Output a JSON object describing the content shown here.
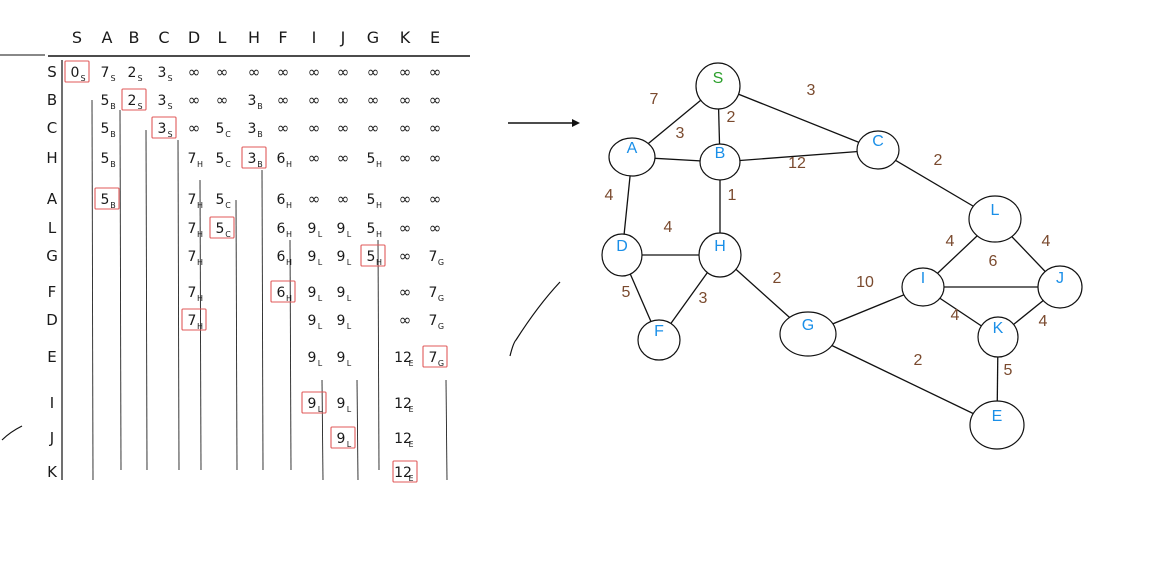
{
  "table": {
    "columns": [
      "S",
      "A",
      "B",
      "C",
      "D",
      "L",
      "H",
      "F",
      "I",
      "J",
      "G",
      "K",
      "E"
    ],
    "rows": [
      {
        "label": "S",
        "cells": [
          "0S",
          "7S",
          "2S",
          "3S",
          "∞",
          "∞",
          "∞",
          "∞",
          "∞",
          "∞",
          "∞",
          "∞",
          "∞"
        ],
        "boxed": 0
      },
      {
        "label": "B",
        "cells": [
          "",
          "5B",
          "2S",
          "3S",
          "∞",
          "∞",
          "3B",
          "∞",
          "∞",
          "∞",
          "∞",
          "∞",
          "∞"
        ],
        "boxed": 2
      },
      {
        "label": "C",
        "cells": [
          "",
          "5B",
          "",
          "3S",
          "∞",
          "5C",
          "3B",
          "∞",
          "∞",
          "∞",
          "∞",
          "∞",
          "∞"
        ],
        "boxed": 3
      },
      {
        "label": "H",
        "cells": [
          "",
          "5B",
          "",
          "",
          "7H",
          "5C",
          "3B",
          "6H",
          "∞",
          "∞",
          "5H",
          "∞",
          "∞"
        ],
        "boxed": 6
      },
      {
        "label": "A",
        "cells": [
          "",
          "5B",
          "",
          "",
          "7H",
          "5C",
          "",
          "6H",
          "∞",
          "∞",
          "5H",
          "∞",
          "∞"
        ],
        "boxed": 1
      },
      {
        "label": "L",
        "cells": [
          "",
          "",
          "",
          "",
          "7H",
          "5C",
          "",
          "6H",
          "9L",
          "9L",
          "5H",
          "∞",
          "∞"
        ],
        "boxed": 5
      },
      {
        "label": "G",
        "cells": [
          "",
          "",
          "",
          "",
          "7H",
          "",
          "",
          "6H",
          "9L",
          "9L",
          "5H",
          "∞",
          "7G"
        ],
        "boxed": 10
      },
      {
        "label": "F",
        "cells": [
          "",
          "",
          "",
          "",
          "7H",
          "",
          "",
          "6H",
          "9L",
          "9L",
          "",
          "∞",
          "7G"
        ],
        "boxed": 7
      },
      {
        "label": "D",
        "cells": [
          "",
          "",
          "",
          "",
          "7H",
          "",
          "",
          "",
          "9L",
          "9L",
          "",
          "∞",
          "7G"
        ],
        "boxed": 4
      },
      {
        "label": "E",
        "cells": [
          "",
          "",
          "",
          "",
          "",
          "",
          "",
          "",
          "9L",
          "9L",
          "",
          "12E",
          "7G"
        ],
        "boxed": 12
      },
      {
        "label": "I",
        "cells": [
          "",
          "",
          "",
          "",
          "",
          "",
          "",
          "",
          "9L",
          "9L",
          "",
          "12E",
          ""
        ],
        "boxed": 8
      },
      {
        "label": "J",
        "cells": [
          "",
          "",
          "",
          "",
          "",
          "",
          "",
          "",
          "",
          "9L",
          "",
          "12E",
          ""
        ],
        "boxed": 9
      },
      {
        "label": "K",
        "cells": [
          "",
          "",
          "",
          "",
          "",
          "",
          "",
          "",
          "",
          "",
          "",
          "12E",
          ""
        ],
        "boxed": 11
      }
    ]
  },
  "graph": {
    "colors": {
      "node_label": "#1a8fe8",
      "source_label": "#2ca02c",
      "weight": "#7a4a2e",
      "edge": "#111111",
      "box": "#e05a5a"
    },
    "nodes": [
      {
        "id": "S",
        "source": true
      },
      {
        "id": "A"
      },
      {
        "id": "B"
      },
      {
        "id": "C"
      },
      {
        "id": "D"
      },
      {
        "id": "H"
      },
      {
        "id": "F"
      },
      {
        "id": "G"
      },
      {
        "id": "L"
      },
      {
        "id": "I"
      },
      {
        "id": "J"
      },
      {
        "id": "K"
      },
      {
        "id": "E"
      }
    ],
    "edges": [
      {
        "from": "S",
        "to": "A",
        "weight": "7"
      },
      {
        "from": "S",
        "to": "B",
        "weight": "2"
      },
      {
        "from": "S",
        "to": "C",
        "weight": "3"
      },
      {
        "from": "A",
        "to": "B",
        "weight": "3"
      },
      {
        "from": "B",
        "to": "C",
        "weight": "12"
      },
      {
        "from": "A",
        "to": "D",
        "weight": "4"
      },
      {
        "from": "B",
        "to": "H",
        "weight": "1"
      },
      {
        "from": "C",
        "to": "L",
        "weight": "2"
      },
      {
        "from": "D",
        "to": "H",
        "weight": "4"
      },
      {
        "from": "D",
        "to": "F",
        "weight": "5"
      },
      {
        "from": "H",
        "to": "F",
        "weight": "3"
      },
      {
        "from": "H",
        "to": "G",
        "weight": "2"
      },
      {
        "from": "G",
        "to": "I",
        "weight": "10"
      },
      {
        "from": "G",
        "to": "E",
        "weight": "2"
      },
      {
        "from": "L",
        "to": "I",
        "weight": "4"
      },
      {
        "from": "L",
        "to": "J",
        "weight": "4"
      },
      {
        "from": "I",
        "to": "J",
        "weight": "6"
      },
      {
        "from": "I",
        "to": "K",
        "weight": "4"
      },
      {
        "from": "J",
        "to": "K",
        "weight": "4"
      },
      {
        "from": "K",
        "to": "E",
        "weight": "5"
      }
    ]
  }
}
